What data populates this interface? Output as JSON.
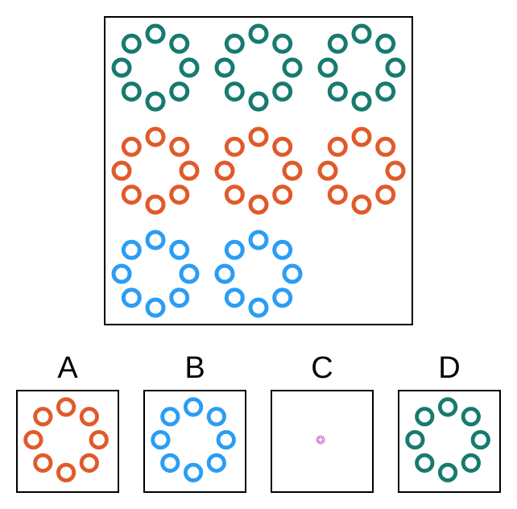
{
  "colors": {
    "teal": "#177a6f",
    "orange": "#e05a2a",
    "blue": "#2a9df4",
    "magenta": "#c050c0"
  },
  "matrix": {
    "rows": [
      [
        "teal",
        "teal",
        "teal"
      ],
      [
        "orange",
        "orange",
        "orange"
      ],
      [
        "blue",
        "blue",
        null
      ]
    ]
  },
  "options": [
    {
      "label": "A",
      "color": "orange",
      "size": "large"
    },
    {
      "label": "B",
      "color": "blue",
      "size": "large"
    },
    {
      "label": "C",
      "color": "magenta",
      "size": "tiny"
    },
    {
      "label": "D",
      "color": "teal",
      "size": "large"
    }
  ]
}
